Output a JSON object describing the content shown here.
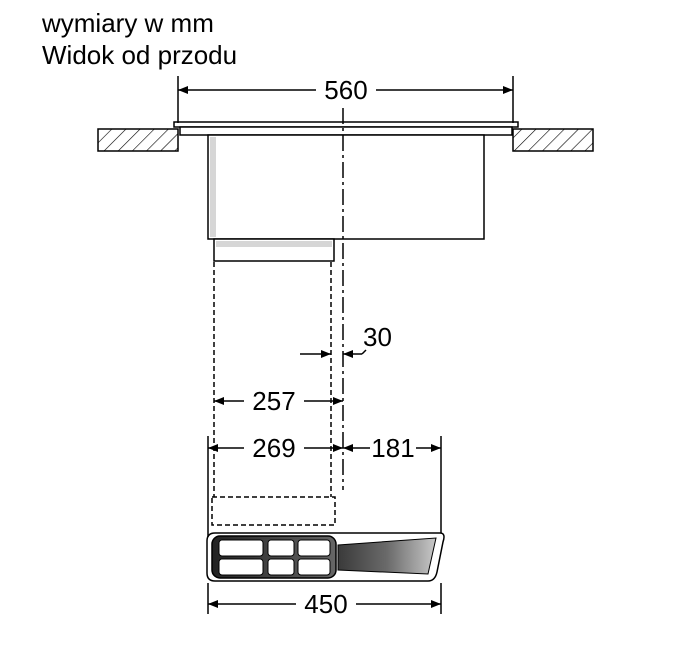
{
  "header": {
    "units_line": "wymiary w mm",
    "view_line": "Widok od przodu"
  },
  "dimensions": {
    "overall_width": "560",
    "offset": "30",
    "duct_width": "257",
    "duct_outer_width": "269",
    "right_offset": "181",
    "fan_unit_width": "450"
  }
}
